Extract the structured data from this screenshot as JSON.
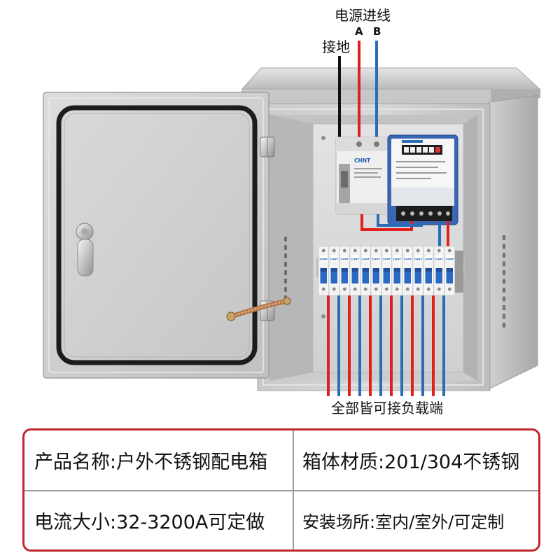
{
  "labels": {
    "power_inlet": "电源进线",
    "phase_a": "A",
    "phase_b": "B",
    "ground": "接地",
    "load_terminals": "全部皆可接负载端"
  },
  "devices": {
    "breaker_brand": "CHNT"
  },
  "specs": {
    "rows": [
      [
        "产品名称:户外不锈钢配电箱",
        "箱体材质:201/304不锈钢"
      ],
      [
        "电流大小:32-3200A可定做",
        "安装场所:室内/室外/可定制"
      ]
    ]
  },
  "colors": {
    "wire_red": "#e11f1c",
    "wire_blue": "#2a6cb8",
    "wire_ground": "#111111",
    "meter_blue": "#3a66b4",
    "spec_border": "#c1272d"
  }
}
